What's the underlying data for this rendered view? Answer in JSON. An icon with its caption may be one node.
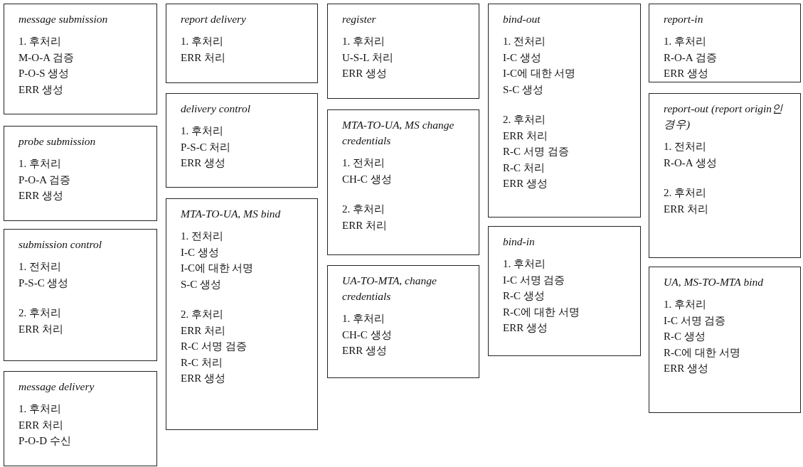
{
  "diagram": {
    "nodes": [
      {
        "text": [
          "message submission",
          "1. 후처리",
          "M-O-A 검증",
          "P-O-S 생성",
          "ERR 생성"
        ]
      },
      {
        "text": [
          "probe submission",
          "1. 후처리",
          "P-O-A 검증",
          "ERR 생성"
        ]
      },
      {
        "text": [
          "submission control",
          "1. 전처리",
          "P-S-C 생성",
          "2. 후처리",
          "ERR 처리"
        ]
      },
      {
        "text": [
          "message delivery",
          "1. 후처리",
          "ERR 처리",
          "P-O-D 수신"
        ]
      },
      {
        "text": [
          "report delivery",
          "1. 후처리",
          "ERR 처리"
        ]
      },
      {
        "text": [
          "delivery control",
          "1. 후처리",
          "P-S-C 처리",
          "ERR 생성"
        ]
      },
      {
        "text": [
          "MTA-TO-UA, MS bind",
          "1. 전처리",
          "I-C 생성",
          "I-C에 대한 서명",
          "S-C 생성",
          "2. 후처리",
          "ERR 처리",
          "R-C 서명 검증",
          "R-C 처리",
          "ERR 생성"
        ]
      },
      {
        "text": [
          "register",
          "1. 후처리",
          "U-S-L 처리",
          "ERR 생성"
        ]
      },
      {
        "text": [
          "MTA-TO-UA, MS change credentials",
          "1. 전처리",
          "CH-C 생성",
          "2. 후처리",
          "ERR 처리"
        ]
      },
      {
        "text": [
          "UA-TO-MTA, change credentials",
          "1. 후처리",
          "CH-C 생성",
          "ERR 생성"
        ]
      },
      {
        "text": [
          "bind-out",
          "1. 전처리",
          "I-C 생성",
          "I-C에 대한 서명",
          "S-C 생성",
          "2. 후처리",
          "ERR 처리",
          "R-C 서명 검증",
          "R-C 처리",
          "ERR 생성"
        ]
      },
      {
        "text": [
          "bind-in",
          "1. 후처리",
          "I-C 서명 검증",
          "R-C 생성",
          "R-C에 대한 서명",
          "ERR 생성"
        ]
      },
      {
        "text": [
          "report-in",
          "1. 후처리",
          "R-O-A 검증",
          "ERR 생성"
        ]
      },
      {
        "text": [
          "report-out (report origin인 경우)",
          "1. 전처리",
          "R-O-A 생성",
          "2. 후처리",
          "ERR 처리"
        ]
      },
      {
        "text": [
          "UA, MS-TO-MTA bind",
          "1. 후처리",
          "I-C 서명 검증",
          "R-C 생성",
          "R-C에 대한 서명",
          "ERR 생성"
        ]
      }
    ]
  }
}
